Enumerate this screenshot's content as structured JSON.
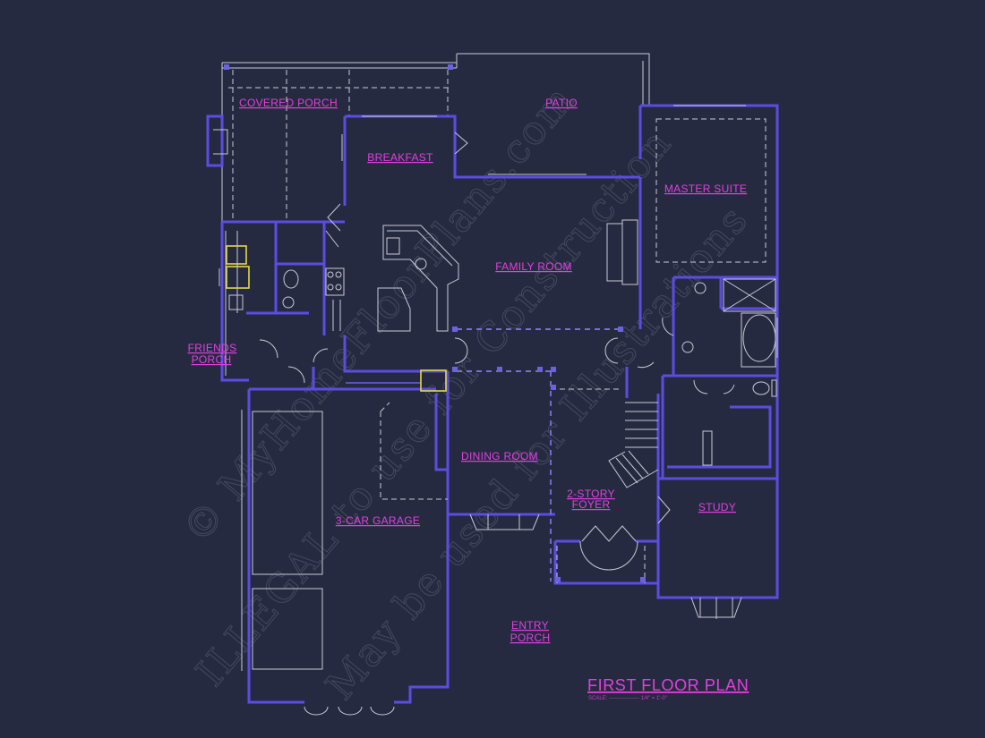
{
  "rooms": {
    "covered_porch": "COVERED PORCH",
    "patio": "PATIO",
    "breakfast": "BREAKFAST",
    "master_suite": "MASTER SUITE",
    "family_room": "FAMILY ROOM",
    "friends_porch_line1": "FRIENDS",
    "friends_porch_line2": "PORCH",
    "dining_room": "DINING ROOM",
    "foyer_line1": "2-STORY",
    "foyer_line2": "FOYER",
    "study": "STUDY",
    "garage": "3-CAR GARAGE",
    "entry_porch_line1": "ENTRY",
    "entry_porch_line2": "PORCH"
  },
  "title": {
    "text": "FIRST FLOOR PLAN",
    "scale": "SCALE: ----------------- 1/4\" = 1'-0\""
  },
  "watermark": {
    "line1": "© MyHomeFloorPlans.com",
    "line2": "ILLEGAL to use for Construction",
    "line3": "May be used for Illustrations"
  },
  "colors": {
    "background": "#262a40",
    "walls": "#5a4de0",
    "labels": "#e040e0",
    "fixtures": "#c9c9d6",
    "highlight": "#e6d84a"
  }
}
